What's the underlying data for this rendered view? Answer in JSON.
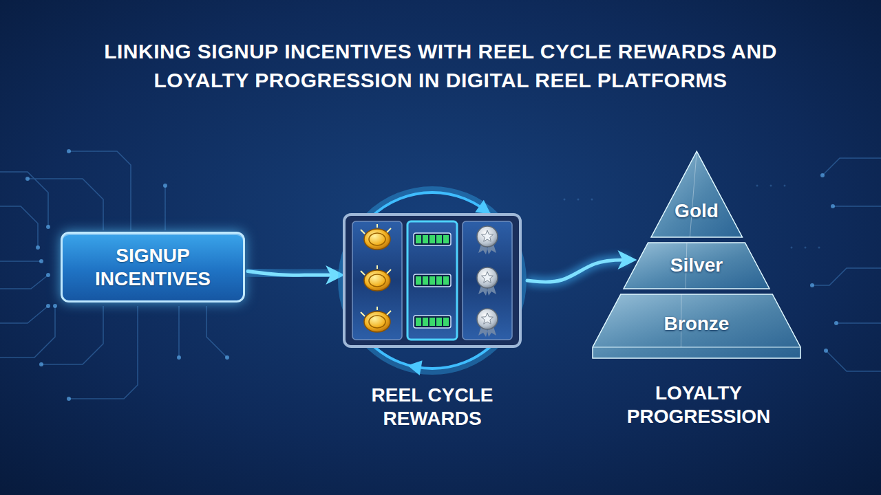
{
  "diagram": {
    "title": "LINKING SIGNUP INCENTIVES WITH REEL CYCLE REWARDS AND LOYALTY PROGRESSION IN DIGITAL REEL PLATFORMS",
    "nodes": [
      {
        "text": [
          "SIGNUP INCENTIVES"
        ]
      },
      {
        "text": [
          "REEL CYCLE REWARDS"
        ]
      },
      {
        "text": [
          "LOYALTY PROGRESSION"
        ]
      },
      {
        "text": [
          "Gold"
        ],
        "in": 2
      },
      {
        "text": [
          "Silver"
        ],
        "in": 2
      },
      {
        "text": [
          "Bronze"
        ],
        "in": 2
      }
    ],
    "edges": [
      {
        "from": 0,
        "to": 1,
        "arrow": "to"
      },
      {
        "from": 1,
        "to": 2,
        "arrow": "to"
      }
    ]
  }
}
